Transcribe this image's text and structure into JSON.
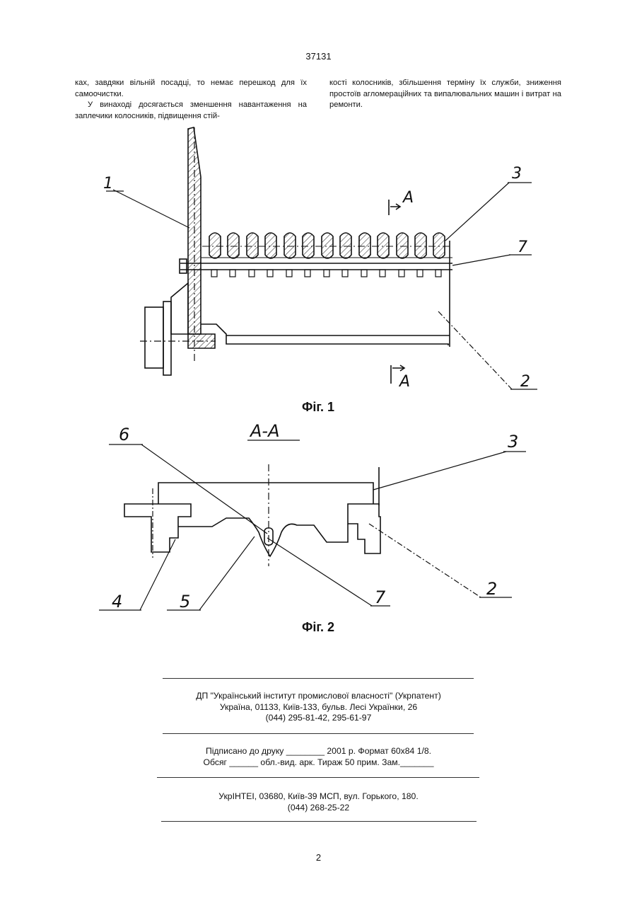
{
  "page": {
    "number_top": "37131",
    "number_bottom": "2"
  },
  "text": {
    "left_col": [
      "ках, завдяки вільній посадці, то немає перешкод для їх самоочистки.",
      "У винаході досягається зменшення навантаження на заплечики колосників, підвищення стій-"
    ],
    "right_col": [
      "кості колосників, збільшення терміну їх служби, зниження простоїв агломераційних та випалювальних машин і витрат на ремонти."
    ]
  },
  "figures": {
    "fig1": {
      "caption": "Фіг. 1",
      "labels": {
        "l1": "1",
        "l2": "2",
        "l3": "3",
        "l7": "7",
        "sectionA_top": "A",
        "sectionA_bottom": "A"
      }
    },
    "fig2": {
      "caption": "Фіг. 2",
      "section_title": "A-A",
      "labels": {
        "l2": "2",
        "l3": "3",
        "l4": "4",
        "l5": "5",
        "l6": "6",
        "l7": "7"
      }
    }
  },
  "footer": {
    "publisher": [
      "ДП \"Український інститут промислової власності\" (Укрпатент)",
      "Україна, 01133, Київ-133, бульв. Лесі Українки, 26",
      "(044) 295-81-42, 295-61-97"
    ],
    "print": [
      "Підписано до друку ________ 2001 р.    Формат 60х84 1/8.",
      "Обсяг ______ обл.-вид. арк.   Тираж 50 прим.    Зам._______"
    ],
    "printer": [
      "УкрІНТЕІ, 03680, Київ-39 МСП, вул. Горького, 180.",
      "(044) 268-25-22"
    ]
  }
}
